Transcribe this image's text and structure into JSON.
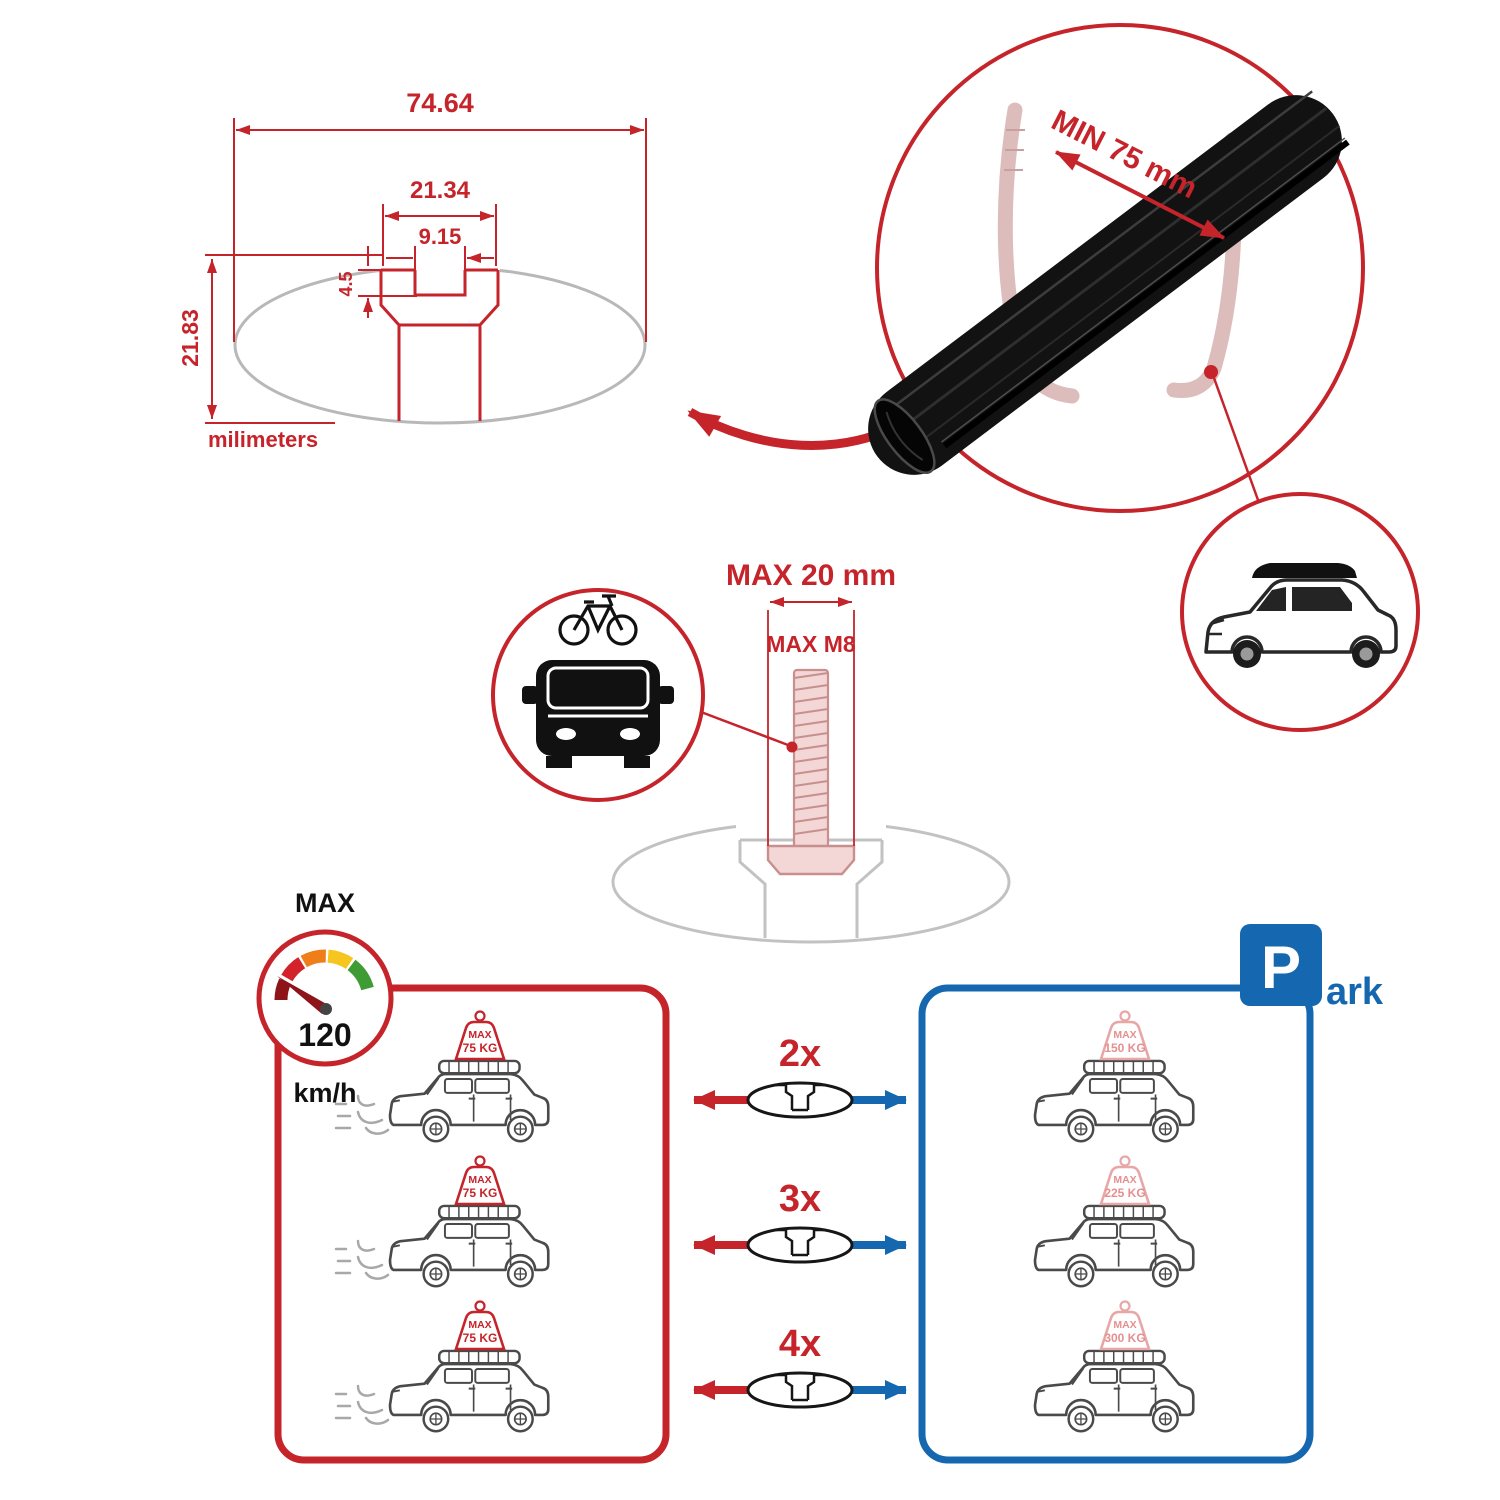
{
  "colors": {
    "accent_red": "#c5242b",
    "accent_blue": "#1568b0",
    "bar_black": "#121212",
    "ghost_pink": "#ddbcbc",
    "ghost_gray": "#c2c2c2"
  },
  "dim_diagram": {
    "total_width": "74.64",
    "channel_width": "21.34",
    "slot_width": "9.15",
    "lip_depth": "4.5",
    "total_height": "21.83",
    "unit": "milimeters"
  },
  "crossbar_detail": {
    "min_clamp_span": "MIN 75 mm"
  },
  "bolt_detail": {
    "max_width": "MAX 20 mm",
    "max_thread": "MAX M8"
  },
  "speed_gauge": {
    "title": "MAX",
    "value": "120",
    "unit": "km/h"
  },
  "park_sign": {
    "letter": "P",
    "suffix": "ark"
  },
  "comparison": {
    "rows": [
      {
        "multiplier": "2x",
        "driving": {
          "line1": "MAX",
          "line2": "75 KG"
        },
        "parked": {
          "line1": "MAX",
          "line2": "150 KG"
        }
      },
      {
        "multiplier": "3x",
        "driving": {
          "line1": "MAX",
          "line2": "75 KG"
        },
        "parked": {
          "line1": "MAX",
          "line2": "225 KG"
        }
      },
      {
        "multiplier": "4x",
        "driving": {
          "line1": "MAX",
          "line2": "75 KG"
        },
        "parked": {
          "line1": "MAX",
          "line2": "300 KG"
        }
      }
    ]
  }
}
